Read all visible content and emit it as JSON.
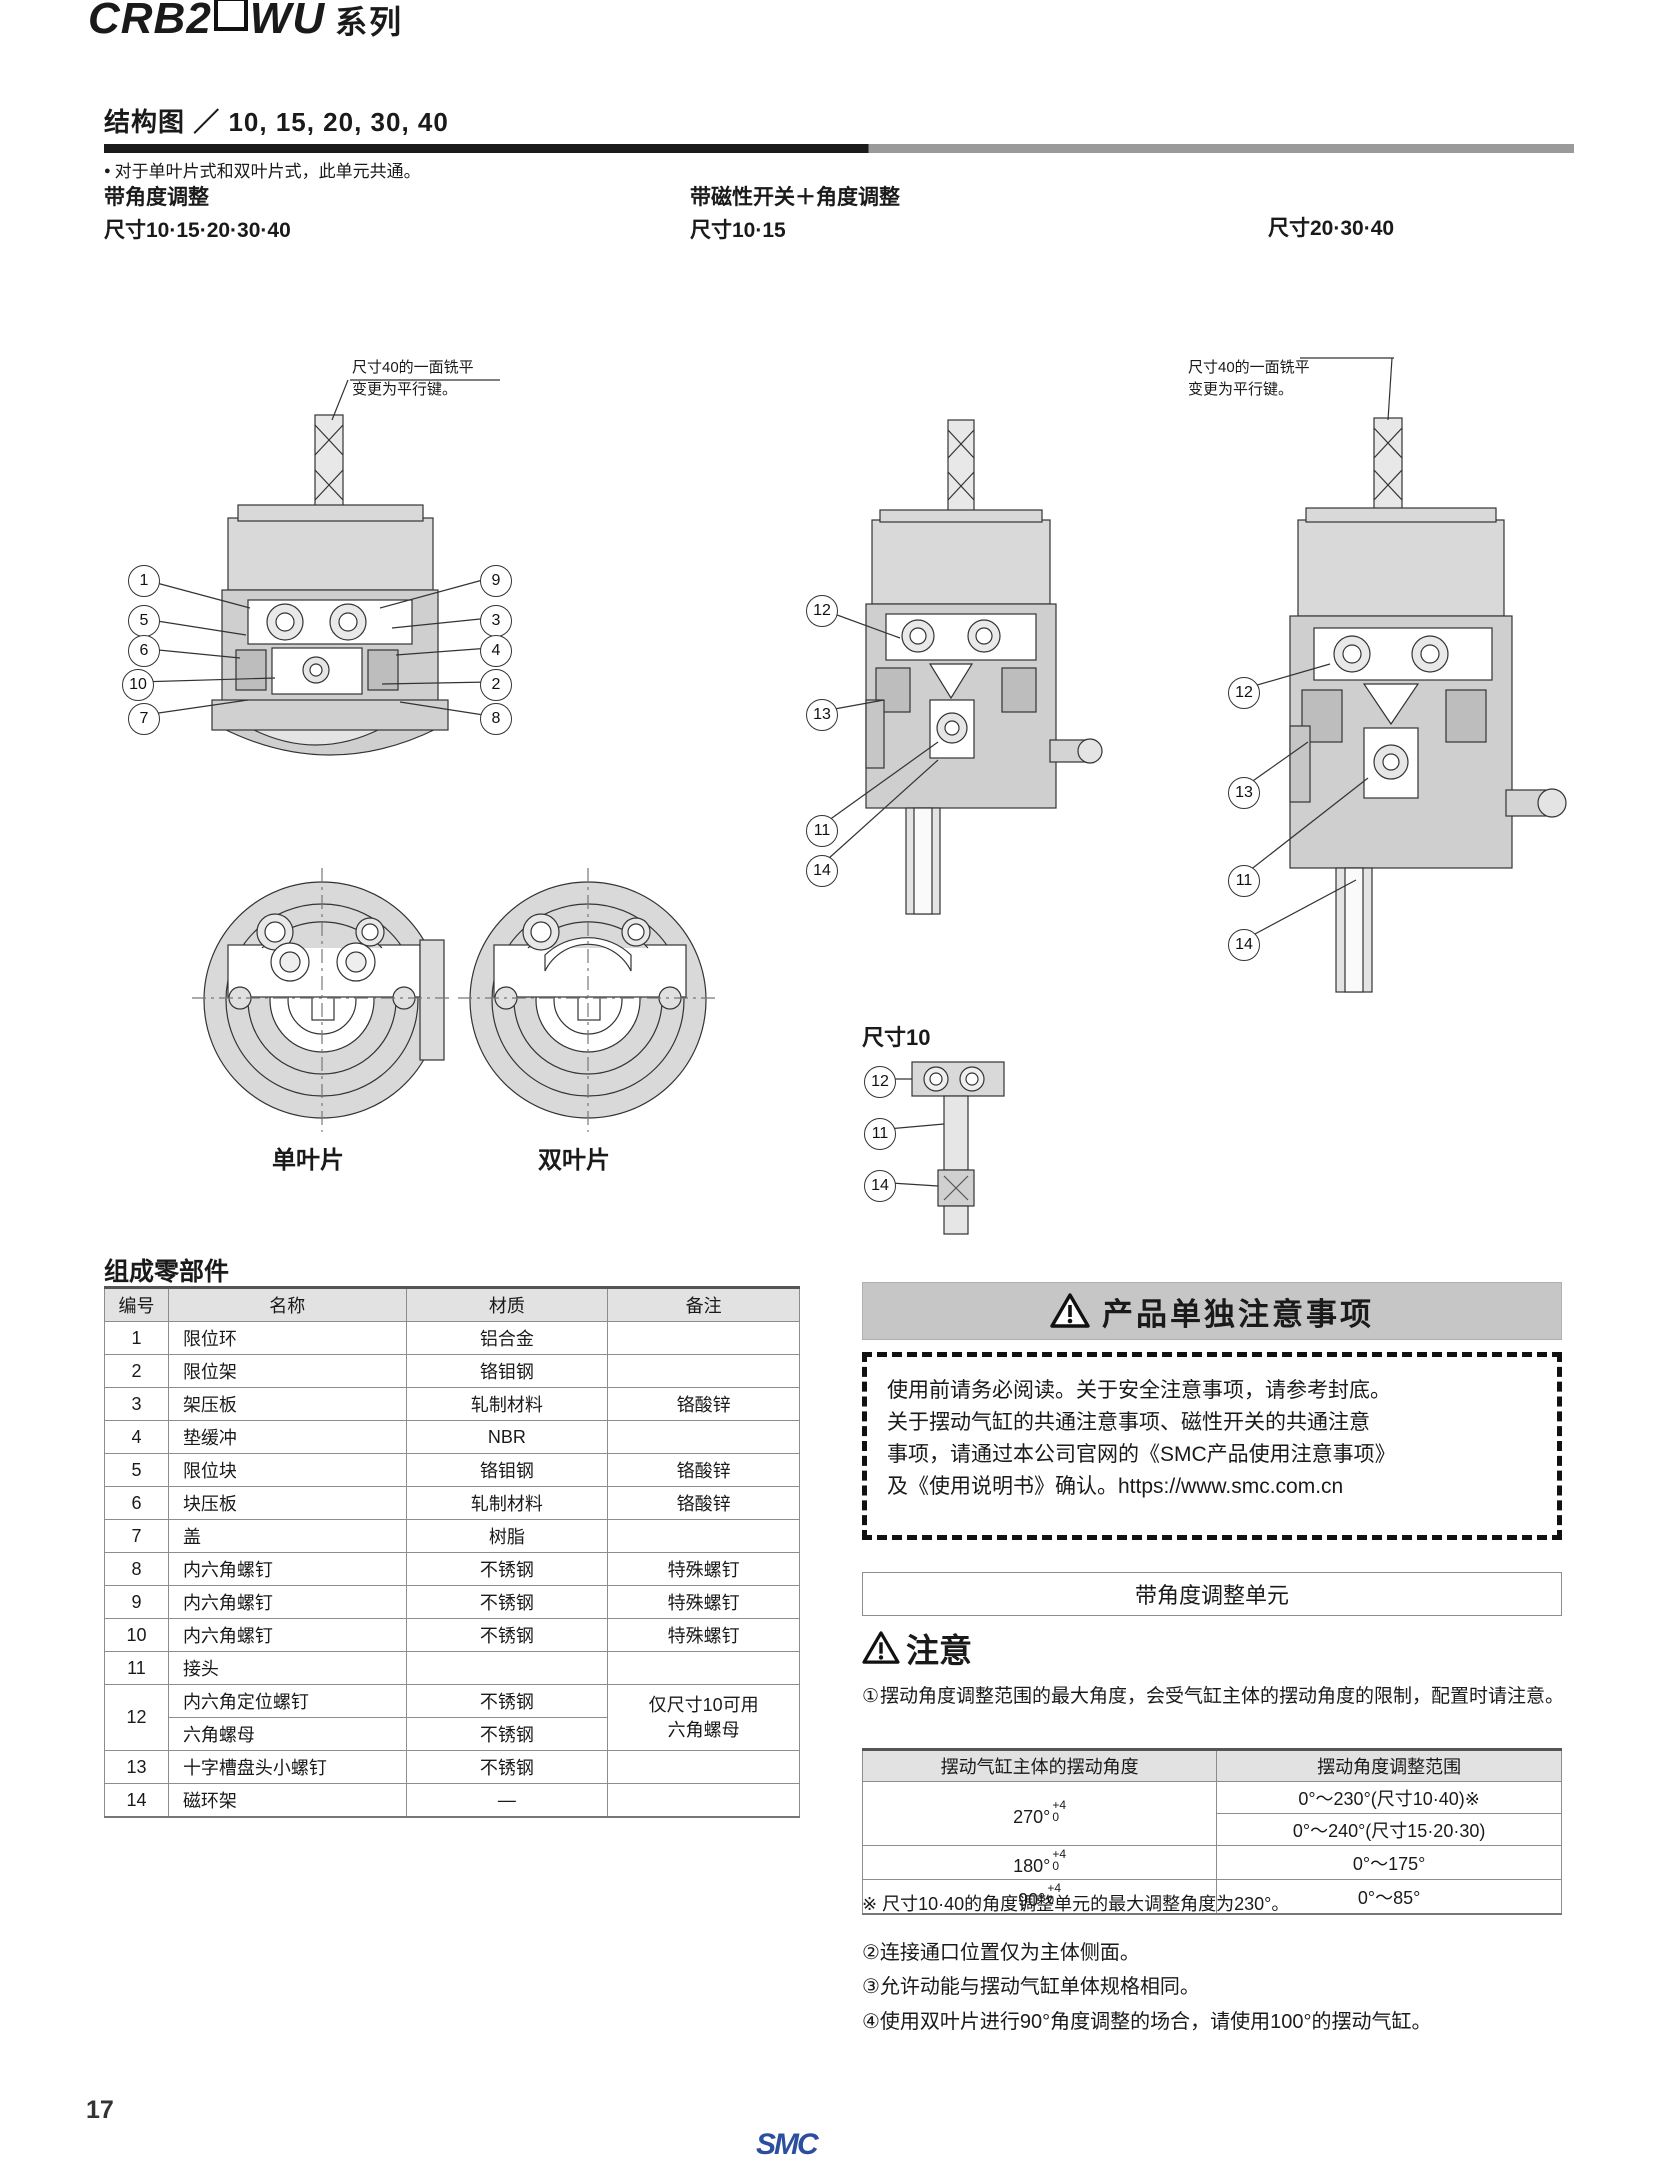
{
  "header": {
    "series_prefix": "CRB2",
    "series_suffix": "WU",
    "series_cn": "系列"
  },
  "section": {
    "title": "结构图 ／ 10, 15, 20, 30, 40",
    "bullet_note": "对于单叶片式和双叶片式，此单元共通。"
  },
  "figures": {
    "fig1": {
      "line1": "带角度调整",
      "line2": "尺寸10·15·20·30·40"
    },
    "fig2": {
      "line1": "带磁性开关＋角度调整",
      "line2": "尺寸10·15"
    },
    "fig3": {
      "line1": "尺寸20·30·40"
    },
    "callout1": "尺寸40的一面铣平\n变更为平行键。",
    "callout2": "尺寸40的一面铣平\n变更为平行键。",
    "caption_single": "单叶片",
    "caption_double": "双叶片",
    "caption_size10": "尺寸10",
    "balloons_left": [
      "1",
      "5",
      "6",
      "10",
      "7",
      "9",
      "3",
      "4",
      "2",
      "8"
    ],
    "balloons_mid": [
      "12",
      "13",
      "11",
      "14"
    ],
    "balloons_right": [
      "12",
      "13",
      "11",
      "14"
    ],
    "balloons_size10": [
      "12",
      "11",
      "14"
    ]
  },
  "parts_table": {
    "title": "组成零部件",
    "columns": [
      "编号",
      "名称",
      "材质",
      "备注"
    ],
    "rows": [
      {
        "no": "1",
        "name": "限位环",
        "material": "铝合金",
        "remark": ""
      },
      {
        "no": "2",
        "name": "限位架",
        "material": "铬钼钢",
        "remark": ""
      },
      {
        "no": "3",
        "name": "架压板",
        "material": "轧制材料",
        "remark": "铬酸锌"
      },
      {
        "no": "4",
        "name": "垫缓冲",
        "material": "NBR",
        "remark": ""
      },
      {
        "no": "5",
        "name": "限位块",
        "material": "铬钼钢",
        "remark": "铬酸锌"
      },
      {
        "no": "6",
        "name": "块压板",
        "material": "轧制材料",
        "remark": "铬酸锌"
      },
      {
        "no": "7",
        "name": "盖",
        "material": "树脂",
        "remark": ""
      },
      {
        "no": "8",
        "name": "内六角螺钉",
        "material": "不锈钢",
        "remark": "特殊螺钉"
      },
      {
        "no": "9",
        "name": "内六角螺钉",
        "material": "不锈钢",
        "remark": "特殊螺钉"
      },
      {
        "no": "10",
        "name": "内六角螺钉",
        "material": "不锈钢",
        "remark": "特殊螺钉"
      },
      {
        "no": "11",
        "name": "接头",
        "material": "",
        "remark": ""
      },
      {
        "no": "12",
        "name": "内六角定位螺钉",
        "material": "不锈钢",
        "remark": "仅尺寸10可用\n六角螺母",
        "span_start": true
      },
      {
        "no": "",
        "name": "六角螺母",
        "material": "不锈钢",
        "remark": ""
      },
      {
        "no": "13",
        "name": "十字槽盘头小螺钉",
        "material": "不锈钢",
        "remark": ""
      },
      {
        "no": "14",
        "name": "磁环架",
        "material": "—",
        "remark": ""
      }
    ]
  },
  "warning": {
    "banner_label": "产品单独注意事项",
    "body": "使用前请务必阅读。关于安全注意事项，请参考封底。\n关于摆动气缸的共通注意事项、磁性开关的共通注意\n事项，请通过本公司官网的《SMC产品使用注意事项》\n及《使用说明书》确认。https://www.smc.com.cn"
  },
  "caution": {
    "subhead": "带角度调整单元",
    "heading": "注意",
    "note1": "摆动角度调整范围的最大角度，会受气缸主体的摆动角度的限制，配置时请注意。",
    "note1_marker": "①"
  },
  "angle_table": {
    "columns": [
      "摆动气缸主体的摆动角度",
      "摆动角度调整范围"
    ],
    "rows": [
      {
        "body_angle": "270°",
        "tol_up": "+4",
        "tol_dn": "0",
        "ranges": [
          "0°～230°(尺寸10·40)※",
          "0°～240°(尺寸15·20·30)"
        ]
      },
      {
        "body_angle": "180°",
        "tol_up": "+4",
        "tol_dn": "0",
        "ranges": [
          "0°～175°"
        ]
      },
      {
        "body_angle": "90°",
        "tol_up": "+4",
        "tol_dn": "0",
        "ranges": [
          "0°～85°"
        ]
      }
    ],
    "footnote": "※ 尺寸10·40的角度调整单元的最大调整角度为230°。"
  },
  "numbered_notes": [
    {
      "marker": "②",
      "text": "连接通口位置仅为主体侧面。"
    },
    {
      "marker": "③",
      "text": "允许动能与摆动气缸单体规格相同。"
    },
    {
      "marker": "④",
      "text": "使用双叶片进行90°角度调整的场合，请使用100°的摆动气缸。"
    }
  ],
  "footer": {
    "page_number": "17",
    "logo": "SMC"
  },
  "colors": {
    "banner_bg": "#c6c6c6",
    "table_header_bg": "#e2e2e2",
    "rule_dark": "#1b1b1b",
    "rule_light": "#9a9a9a",
    "part_fill": "#d9d9d9",
    "part_fill_dark": "#a8a8a8"
  }
}
